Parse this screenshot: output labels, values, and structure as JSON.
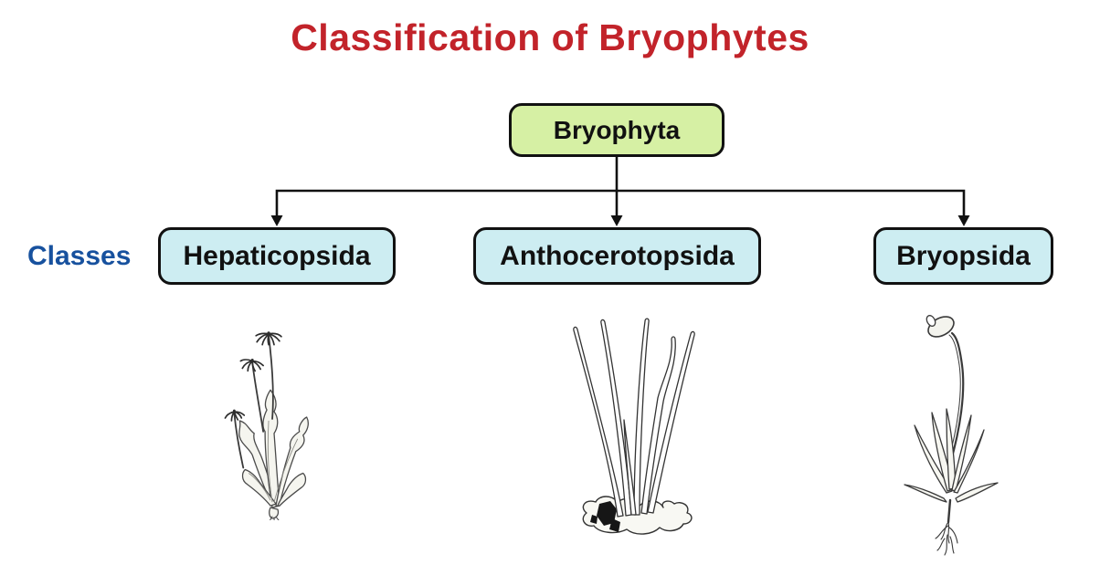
{
  "title": "Classification of Bryophytes",
  "row_label": "Classes",
  "root": {
    "label": "Bryophyta"
  },
  "classes": [
    {
      "label": "Hepaticopsida",
      "illustration": "marchantia-liverwort-line-drawing"
    },
    {
      "label": "Anthocerotopsida",
      "illustration": "hornwort-line-drawing"
    },
    {
      "label": "Bryopsida",
      "illustration": "moss-with-capsule-line-drawing"
    }
  ],
  "colors": {
    "title_red": "#c2232a",
    "classes_label_blue": "#17519e",
    "root_box_green": "#d6f0a4",
    "class_box_cyan": "#cdedf2",
    "outline_black": "#111111",
    "sketch_ink": "#3a3a3a",
    "background": "#ffffff"
  }
}
